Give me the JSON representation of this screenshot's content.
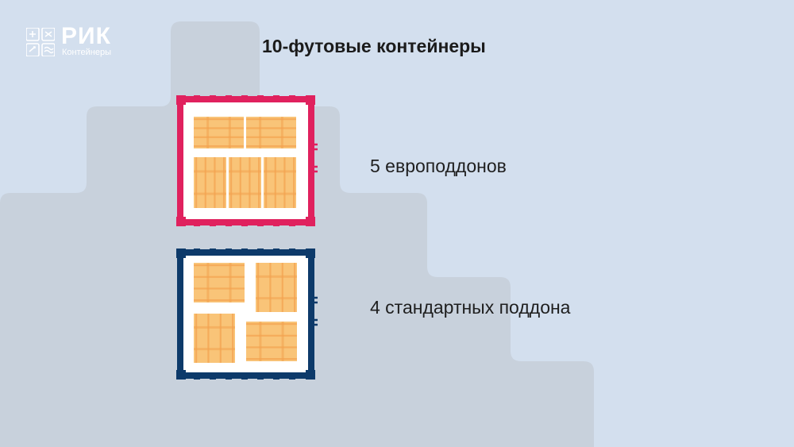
{
  "brand": {
    "name": "РИК",
    "subtitle": "Контейнеры"
  },
  "title": "10-футовые контейнеры",
  "containers": [
    {
      "caption": "5 европоддонов",
      "color": "#e0215e",
      "pallets": 5
    },
    {
      "caption": "4 стандартных поддона",
      "color": "#0d3a6a",
      "pallets": 4
    }
  ],
  "colors": {
    "background": "#d3dfee",
    "stairs": "#c8d1dc",
    "pallet": "#f9c478",
    "pallet_stripe": "#f3a24f",
    "container_fill": "#ffffff"
  }
}
